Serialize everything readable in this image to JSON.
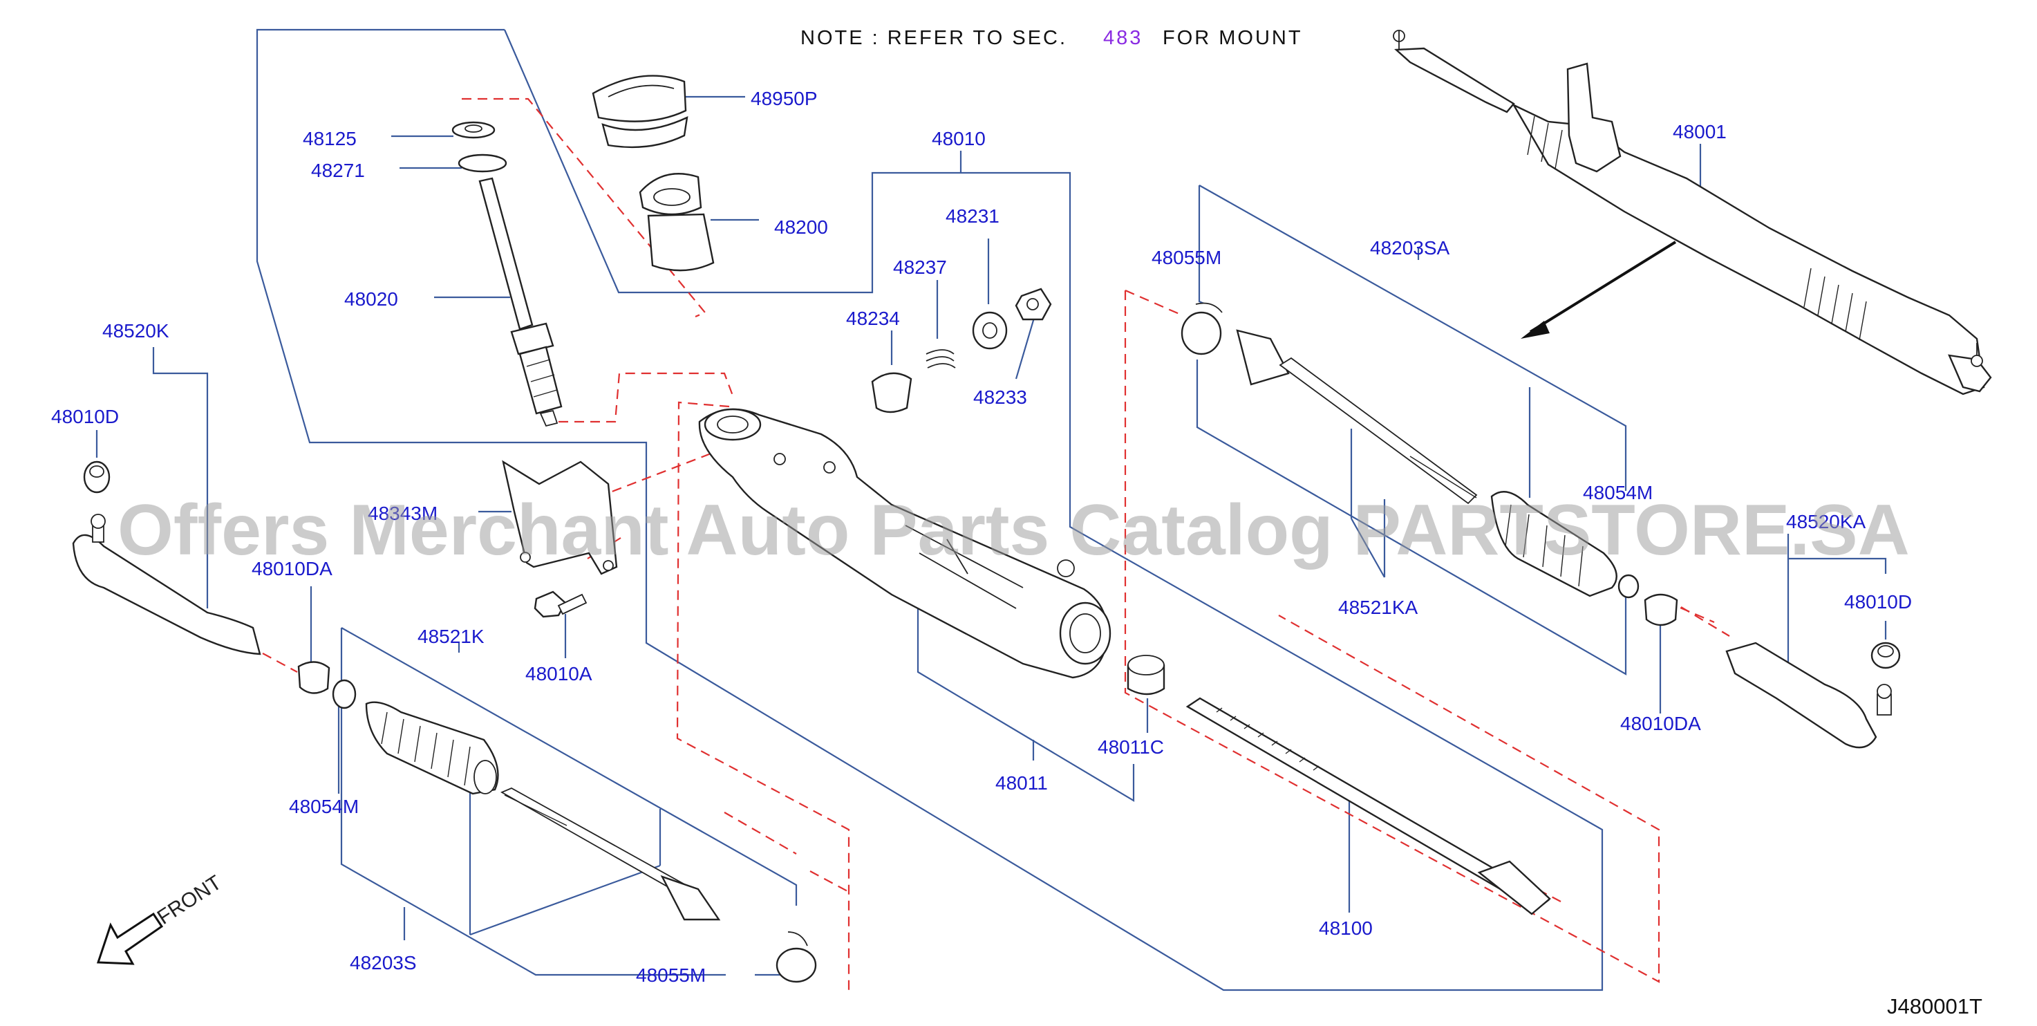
{
  "note": {
    "prefix": "NOTE  :  REFER  TO  SEC.",
    "section": "483",
    "suffix": "FOR  MOUNT"
  },
  "watermark": "Offers Merchant Auto Parts Catalog PARTSTORE.SA",
  "front_label": "FRONT",
  "diagram_code": "J480001T",
  "parts": [
    {
      "id": "48950P",
      "label": "48950P"
    },
    {
      "id": "48125",
      "label": "48125"
    },
    {
      "id": "48271",
      "label": "48271"
    },
    {
      "id": "48200",
      "label": "48200"
    },
    {
      "id": "48020",
      "label": "48020"
    },
    {
      "id": "48010",
      "label": "48010"
    },
    {
      "id": "48231",
      "label": "48231"
    },
    {
      "id": "48237",
      "label": "48237"
    },
    {
      "id": "48234",
      "label": "48234"
    },
    {
      "id": "48233",
      "label": "48233"
    },
    {
      "id": "48001",
      "label": "48001"
    },
    {
      "id": "48055M-r",
      "label": "48055M"
    },
    {
      "id": "48203SA",
      "label": "48203SA"
    },
    {
      "id": "48054M-r",
      "label": "48054M"
    },
    {
      "id": "48521KA",
      "label": "48521KA"
    },
    {
      "id": "48520KA",
      "label": "48520KA"
    },
    {
      "id": "48010D-r",
      "label": "48010D"
    },
    {
      "id": "48010DA-r",
      "label": "48010DA"
    },
    {
      "id": "48520K",
      "label": "48520K"
    },
    {
      "id": "48010D-l",
      "label": "48010D"
    },
    {
      "id": "48010DA-l",
      "label": "48010DA"
    },
    {
      "id": "48343M",
      "label": "48343M"
    },
    {
      "id": "48010A",
      "label": "48010A"
    },
    {
      "id": "48521K",
      "label": "48521K"
    },
    {
      "id": "48054M-l",
      "label": "48054M"
    },
    {
      "id": "48203S",
      "label": "48203S"
    },
    {
      "id": "48055M-l",
      "label": "48055M"
    },
    {
      "id": "48011",
      "label": "48011"
    },
    {
      "id": "48011C",
      "label": "48011C"
    },
    {
      "id": "48100",
      "label": "48100"
    }
  ]
}
